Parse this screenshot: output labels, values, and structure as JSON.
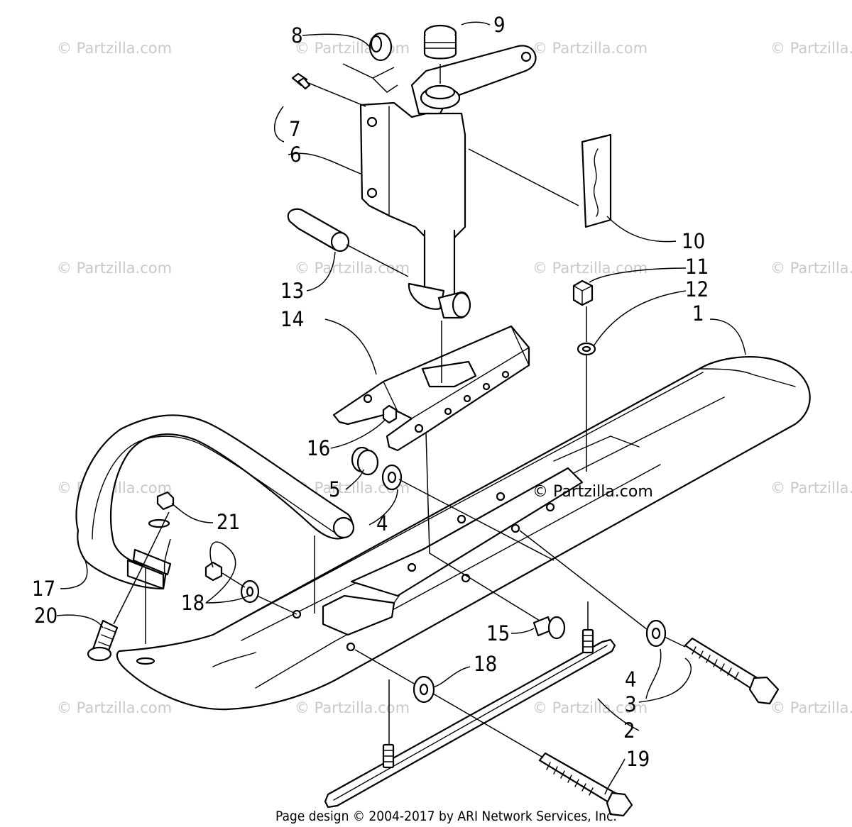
{
  "watermark": "© Partzilla.com",
  "callouts": [
    "1",
    "2",
    "3",
    "4",
    "4",
    "5",
    "6",
    "7",
    "8",
    "9",
    "10",
    "11",
    "12",
    "13",
    "14",
    "15",
    "16",
    "17",
    "18",
    "18",
    "19",
    "20",
    "21"
  ],
  "footer": "Page design © 2004-2017 by ARI Network Services, Inc."
}
